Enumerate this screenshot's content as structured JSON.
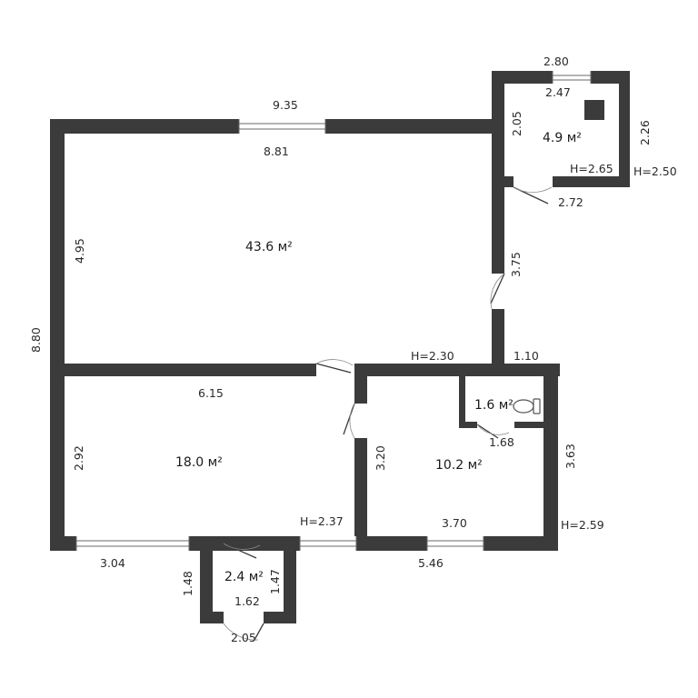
{
  "watermark": "",
  "rooms": [
    {
      "id": "main",
      "area": "43.6 м²"
    },
    {
      "id": "bottom-left",
      "area": "18.0 м²"
    },
    {
      "id": "bottom-right",
      "area": "10.2 м²"
    },
    {
      "id": "wc",
      "area": "1.6 м²"
    },
    {
      "id": "top-right",
      "area": "4.9 м²"
    },
    {
      "id": "vestibule",
      "area": "2.4 м²"
    }
  ],
  "dimensions": {
    "main_outer_top": "9.35",
    "main_inner_top": "8.81",
    "main_left_height": "4.95",
    "overall_left_height": "8.80",
    "corridor_right": "3.75",
    "wc_top_width": "1.10",
    "main_ceiling": "H=2.30",
    "bottom_left_top": "6.15",
    "bottom_left_height": "2.92",
    "bottom_left_ceiling": "H=2.37",
    "bottom_left_bottom": "3.04",
    "bottom_right_left": "3.20",
    "bottom_right_inner_bottom": "3.70",
    "bottom_right_outer_bottom": "5.46",
    "bottom_right_right": "3.63",
    "bottom_right_ceiling": "H=2.59",
    "wc_bottom": "1.68",
    "tr_outer_top": "2.80",
    "tr_inner_top": "2.47",
    "tr_left": "2.05",
    "tr_right": "2.26",
    "tr_ceiling_inner": "H=2.65",
    "tr_ceiling_outer": "H=2.50",
    "tr_door_width": "2.72",
    "vest_left": "1.48",
    "vest_right": "1.47",
    "vest_width": "1.62",
    "vest_bottom": "2.05"
  }
}
